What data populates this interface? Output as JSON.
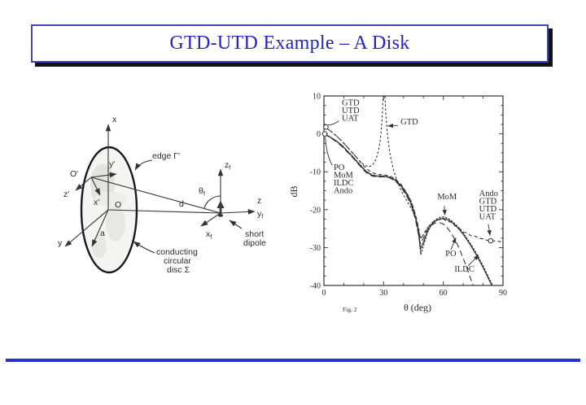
{
  "slide": {
    "title": "GTD-UTD Example – A Disk"
  },
  "diagram": {
    "labels": {
      "x_axis": "x",
      "y_axis": "y",
      "z_axis": "z",
      "origin": "O",
      "origin_prime": "O'",
      "x_prime": "x'",
      "y_prime": "y'",
      "z_prime": "z'",
      "radius": "a",
      "distance": "d",
      "edge": "edge Γ'",
      "disc": [
        "conducting",
        "circular",
        "disc Σ"
      ],
      "short_dipole": [
        "short",
        "dipole"
      ],
      "zf": {
        "base": "z",
        "sub": "f"
      },
      "yf": {
        "base": "y",
        "sub": "f"
      },
      "xf": {
        "base": "x",
        "sub": "f"
      },
      "theta_f": {
        "base": "θ",
        "sub": "f"
      }
    }
  },
  "chart_data": {
    "type": "line",
    "title": "",
    "xlabel": "θ (deg)",
    "ylabel": "dB",
    "caption": "Fig. 2",
    "xlim": [
      0,
      90
    ],
    "ylim": [
      -40,
      10
    ],
    "xticks": [
      0,
      30,
      60,
      90
    ],
    "yticks": [
      10,
      0,
      -10,
      -20,
      -30,
      -40
    ],
    "x_minor_step": 10,
    "y_minor_step": 2.5,
    "grid": false,
    "legend_position": "none",
    "ink": "#333333",
    "series": [
      {
        "name": "MoM",
        "style": "solid",
        "points": [
          [
            0,
            0
          ],
          [
            3,
            -0.8
          ],
          [
            6,
            -1.8
          ],
          [
            9,
            -3.1
          ],
          [
            12,
            -4.7
          ],
          [
            15,
            -6.4
          ],
          [
            18,
            -8.2
          ],
          [
            21,
            -9.9
          ],
          [
            24,
            -10.9
          ],
          [
            27,
            -11.2
          ],
          [
            30,
            -11.2
          ],
          [
            33,
            -11.5
          ],
          [
            36,
            -12.3
          ],
          [
            39,
            -13.9
          ],
          [
            42,
            -16.4
          ],
          [
            44,
            -18.6
          ],
          [
            46,
            -22
          ],
          [
            47.5,
            -26
          ],
          [
            48.5,
            -30.4
          ],
          [
            50,
            -28.6
          ],
          [
            52,
            -25.8
          ],
          [
            54,
            -24
          ],
          [
            56,
            -23
          ],
          [
            58,
            -22.5
          ],
          [
            60,
            -22.3
          ],
          [
            62,
            -22.6
          ],
          [
            64,
            -23.2
          ],
          [
            66,
            -24.1
          ],
          [
            68,
            -25.2
          ],
          [
            70,
            -26.5
          ],
          [
            72,
            -28
          ],
          [
            74,
            -29.6
          ],
          [
            76,
            -31.4
          ],
          [
            78,
            -33.3
          ],
          [
            80,
            -35.3
          ],
          [
            82,
            -37.4
          ],
          [
            84,
            -39.6
          ],
          [
            86,
            -41.5
          ]
        ]
      },
      {
        "name": "PO",
        "style": "longdash",
        "points": [
          [
            0,
            0
          ],
          [
            3,
            -0.9
          ],
          [
            6,
            -2
          ],
          [
            9,
            -3.3
          ],
          [
            12,
            -4.9
          ],
          [
            15,
            -6.6
          ],
          [
            18,
            -8.4
          ],
          [
            21,
            -10.1
          ],
          [
            24,
            -11.1
          ],
          [
            27,
            -11.4
          ],
          [
            30,
            -11.3
          ],
          [
            33,
            -11.6
          ],
          [
            36,
            -12.5
          ],
          [
            39,
            -14.2
          ],
          [
            42,
            -16.8
          ],
          [
            44,
            -19
          ],
          [
            46,
            -22.6
          ],
          [
            47.5,
            -26.5
          ],
          [
            48.5,
            -29
          ],
          [
            50,
            -27.5
          ],
          [
            52,
            -25.4
          ],
          [
            54,
            -24.1
          ],
          [
            56,
            -23.5
          ],
          [
            58,
            -23.4
          ],
          [
            60,
            -23.8
          ],
          [
            62,
            -24.8
          ],
          [
            64,
            -26.2
          ],
          [
            66,
            -28
          ],
          [
            68,
            -30.2
          ],
          [
            70,
            -32.8
          ],
          [
            72,
            -35.6
          ],
          [
            74,
            -38.6
          ],
          [
            76,
            -41.5
          ],
          [
            78,
            -44
          ]
        ]
      },
      {
        "name": "ILDC",
        "style": "dotted",
        "points": [
          [
            0,
            0
          ],
          [
            3,
            -0.8
          ],
          [
            6,
            -1.8
          ],
          [
            9,
            -3
          ],
          [
            12,
            -4.6
          ],
          [
            15,
            -6.3
          ],
          [
            18,
            -8
          ],
          [
            21,
            -9.7
          ],
          [
            24,
            -10.8
          ],
          [
            27,
            -11.1
          ],
          [
            30,
            -11.1
          ],
          [
            33,
            -11.4
          ],
          [
            36,
            -12.1
          ],
          [
            39,
            -13.7
          ],
          [
            42,
            -16
          ],
          [
            44,
            -18.2
          ],
          [
            46,
            -21.5
          ],
          [
            47.5,
            -25.5
          ],
          [
            48.7,
            -31.8
          ],
          [
            50,
            -29.5
          ],
          [
            52,
            -26
          ],
          [
            54,
            -23.9
          ],
          [
            56,
            -22.7
          ],
          [
            58,
            -22.1
          ],
          [
            60,
            -21.9
          ],
          [
            62,
            -22.2
          ],
          [
            64,
            -22.9
          ],
          [
            66,
            -23.8
          ],
          [
            68,
            -24.9
          ],
          [
            70,
            -26.2
          ],
          [
            72,
            -27.7
          ],
          [
            74,
            -29.3
          ],
          [
            76,
            -31
          ],
          [
            78,
            -32.9
          ],
          [
            80,
            -34.9
          ],
          [
            82,
            -37
          ],
          [
            84,
            -39.2
          ],
          [
            86,
            -41.4
          ],
          [
            88,
            -43
          ]
        ]
      },
      {
        "name": "Ando-GTD-UTD-UAT",
        "style": "dash",
        "points": [
          [
            0,
            1.8
          ],
          [
            3,
            0.9
          ],
          [
            6,
            -0.4
          ],
          [
            9,
            -1.9
          ],
          [
            12,
            -3.6
          ],
          [
            15,
            -5.4
          ],
          [
            18,
            -7.2
          ],
          [
            21,
            -9
          ],
          [
            24,
            -10.2
          ],
          [
            27,
            -10.7
          ],
          [
            30,
            -10.8
          ],
          [
            33,
            -11.1
          ],
          [
            36,
            -11.9
          ],
          [
            39,
            -13.5
          ],
          [
            42,
            -15.9
          ],
          [
            44,
            -18
          ],
          [
            46,
            -21.2
          ],
          [
            47.5,
            -24.6
          ],
          [
            48.5,
            -27.7
          ],
          [
            50,
            -26.7
          ],
          [
            52,
            -24.9
          ],
          [
            54,
            -23.6
          ],
          [
            56,
            -22.9
          ],
          [
            58,
            -22.6
          ],
          [
            60,
            -22.5
          ],
          [
            62,
            -23.1
          ],
          [
            64,
            -23.3
          ],
          [
            66,
            -24.3
          ],
          [
            68,
            -24.9
          ],
          [
            70,
            -25.9
          ],
          [
            72,
            -26.2
          ],
          [
            74,
            -26.9
          ],
          [
            76,
            -27
          ],
          [
            78,
            -27.6
          ],
          [
            80,
            -27.7
          ],
          [
            82,
            -28.1
          ],
          [
            84,
            -28
          ],
          [
            86,
            -28.3
          ],
          [
            88,
            -28.4
          ],
          [
            90,
            -28.5
          ]
        ]
      },
      {
        "name": "GTD",
        "style": "shortdash",
        "points": [
          [
            0,
            1.8
          ],
          [
            3,
            0.9
          ],
          [
            6,
            -0.4
          ],
          [
            9,
            -1.9
          ],
          [
            12,
            -3.6
          ],
          [
            15,
            -5.4
          ],
          [
            17,
            -6.6
          ],
          [
            19,
            -7.7
          ],
          [
            21,
            -8.4
          ],
          [
            22.5,
            -8.7
          ],
          [
            24,
            -8.4
          ],
          [
            25.5,
            -7.5
          ],
          [
            26.5,
            -6.2
          ],
          [
            27.5,
            -4.2
          ],
          [
            28.3,
            -1.6
          ],
          [
            28.9,
            1.5
          ],
          [
            29.4,
            5.5
          ],
          [
            29.8,
            10.5
          ],
          [
            30.1,
            13
          ],
          [
            30.6,
            10.5
          ],
          [
            31.1,
            5.5
          ],
          [
            31.7,
            1
          ],
          [
            32.5,
            -2.6
          ],
          [
            33.5,
            -6
          ],
          [
            35,
            -9.6
          ],
          [
            36.5,
            -12
          ],
          [
            38.5,
            -14.6
          ],
          [
            40.5,
            -16.6
          ],
          [
            42.5,
            -18.4
          ],
          [
            44.5,
            -20.3
          ],
          [
            46,
            -22.1
          ],
          [
            47.2,
            -24.2
          ],
          [
            48.4,
            -27.4
          ],
          [
            49.6,
            -27
          ],
          [
            51,
            -25.6
          ],
          [
            53,
            -24.2
          ],
          [
            55,
            -23.2
          ],
          [
            57,
            -22.7
          ],
          [
            59,
            -22.5
          ],
          [
            60,
            -22.4
          ]
        ]
      }
    ],
    "markers": [
      {
        "x": 1,
        "y": 1.8
      },
      {
        "x": 0.4,
        "y": 0
      },
      {
        "x": 83.8,
        "y": -28.2
      }
    ],
    "annotations": [
      {
        "lines": [
          "GTD",
          "UTD",
          "UAT"
        ],
        "x": 9,
        "y": 7.5,
        "anchor": "start",
        "arrow": {
          "x1": 7.5,
          "y1": 3.4,
          "cx": 4,
          "cy": 2.2,
          "x2": 2,
          "y2": 2.4,
          "head": false
        }
      },
      {
        "lines": [
          "PO",
          "MoM",
          "ILDC",
          "Ando"
        ],
        "x": 4.9,
        "y": -9.5,
        "anchor": "start",
        "arrow": {
          "x1": 4.2,
          "y1": -8.3,
          "cx": 1.2,
          "cy": -5.5,
          "x2": 0.7,
          "y2": -0.8,
          "head": false
        }
      },
      {
        "lines": [
          "GTD"
        ],
        "x": 38.5,
        "y": 2.5,
        "anchor": "start",
        "arrow": {
          "x1": 37.2,
          "y1": 2.2,
          "x2": 32.2,
          "y2": 2.1,
          "head": true
        }
      },
      {
        "lines": [
          "MoM"
        ],
        "x": 57,
        "y": -17.3,
        "anchor": "start",
        "arrow": {
          "x1": 60.5,
          "y1": -19,
          "x2": 60.8,
          "y2": -21.4,
          "head": true
        }
      },
      {
        "lines": [
          "Ando",
          "GTD",
          "UTD",
          "UAT"
        ],
        "x": 78,
        "y": -16.4,
        "anchor": "start",
        "arrow": {
          "x1": 82.6,
          "y1": -23.8,
          "x2": 83.5,
          "y2": -26.8,
          "head": true
        }
      },
      {
        "lines": [
          "PO"
        ],
        "x": 61,
        "y": -32.3,
        "anchor": "start",
        "arrow": {
          "x1": 63.8,
          "y1": -30.6,
          "x2": 66.3,
          "y2": -27.4,
          "head": true
        }
      },
      {
        "lines": [
          "ILDC"
        ],
        "x": 65.6,
        "y": -36.4,
        "anchor": "start",
        "arrow": {
          "x1": 72.5,
          "y1": -34.8,
          "x2": 77.8,
          "y2": -32,
          "head": true
        }
      }
    ]
  }
}
